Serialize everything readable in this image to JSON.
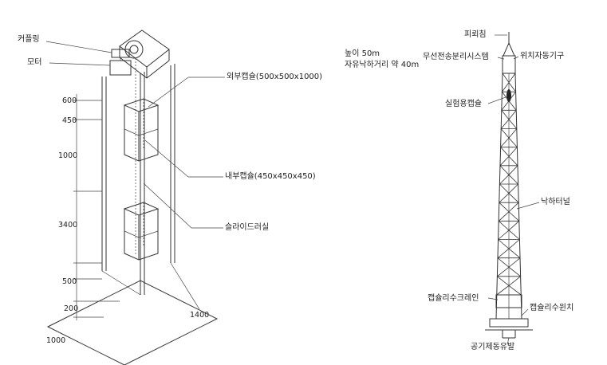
{
  "left_figure": {
    "labels": {
      "coupling": "커플링",
      "motor": "모터",
      "outer_capsule": "외부캡슐(500x500x1000)",
      "inner_capsule": "내부캡슐(450x450x450)",
      "slider_rail": "슬라이드러실"
    },
    "dimensions": {
      "d600": "600",
      "d450": "450",
      "d1000": "1000",
      "d3400": "3400",
      "d500": "500",
      "d200": "200",
      "base_depth": "1000",
      "base_width": "1400"
    }
  },
  "right_figure": {
    "specs": {
      "height": "높이 50m",
      "free_fall": "자유낙하거리 약 40m"
    },
    "labels": {
      "lightning_rod": "피뢰침",
      "wireless_release": "무선전송분리시스템",
      "position_device": "위치자동기구",
      "test_capsule": "실험용캡슐",
      "drop_tunnel": "낙하터널",
      "capsule_crane": "캡슐리수크레인",
      "capsule_winch": "캡슐리수윈치",
      "air_cushion": "공기제동유발"
    }
  }
}
